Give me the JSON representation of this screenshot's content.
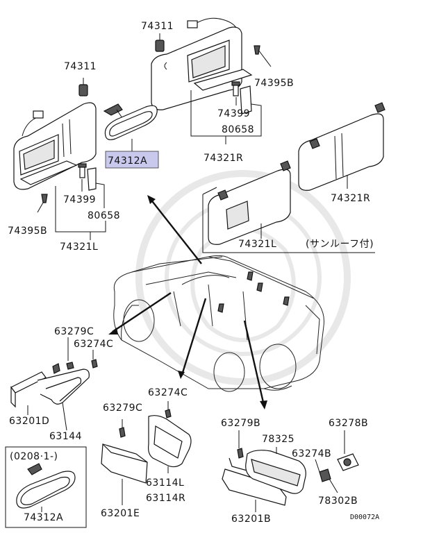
{
  "labels": {
    "p74311_right": "74311",
    "p74311_left": "74311",
    "p74395b_right": "74395B",
    "p74395b_left": "74395B",
    "p74399_right": "74399",
    "p74399_left": "74399",
    "p80658_right": "80658",
    "p80658_left": "80658",
    "p74321r_top": "74321R",
    "p74321r_sunroof": "74321R",
    "p74312a_top": "74312A",
    "p74321l_left": "74321L",
    "p74321l_sunroof": "74321L",
    "sunroof_note": "(サンルーフ付)",
    "p63279c_left": "63279C",
    "p63274c_left": "63274C",
    "p63201d": "63201D",
    "p63144": "63144",
    "p63274c_mid": "63274C",
    "p63279c_mid": "63279C",
    "p63114l": "63114L",
    "p63114r": "63114R",
    "p63201e": "63201E",
    "p63279b": "63279B",
    "p78325": "78325",
    "p63278b": "63278B",
    "p63274b": "63274B",
    "p78302b": "78302B",
    "p63201b": "63201B",
    "date_note": "(0208·1-)",
    "p74312a_bottom": "74312A",
    "diagram_code": "D00072A"
  },
  "colors": {
    "highlight": "#c9c9ee",
    "ink": "#111111",
    "watermark": "#e8e8e8"
  }
}
